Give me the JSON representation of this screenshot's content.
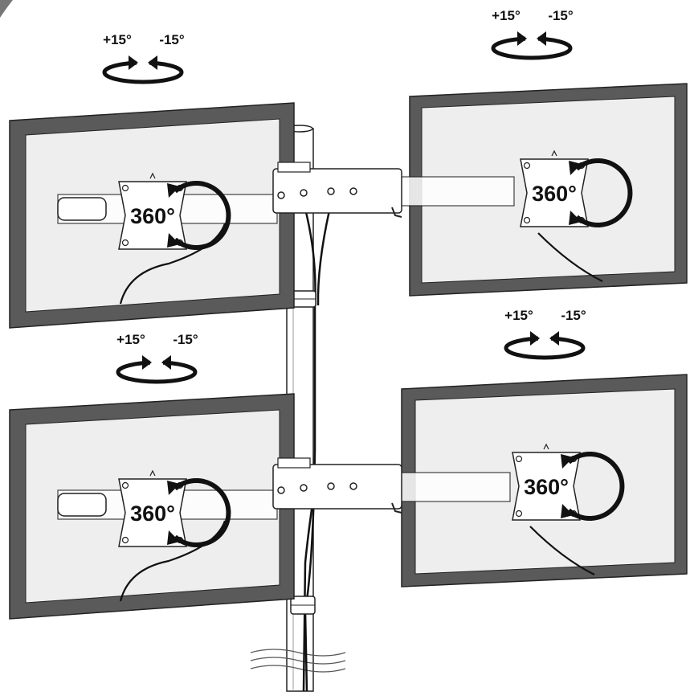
{
  "labels": {
    "tilt_up": "+15°",
    "tilt_down": "-15°",
    "rotation": "360°"
  },
  "monitors": [
    {
      "position": "top-left"
    },
    {
      "position": "top-right"
    },
    {
      "position": "bottom-left"
    },
    {
      "position": "bottom-right"
    }
  ],
  "colors": {
    "frame": "#5a5a5a",
    "screen": "#eeeeee",
    "line": "#222222",
    "background": "#ffffff"
  }
}
